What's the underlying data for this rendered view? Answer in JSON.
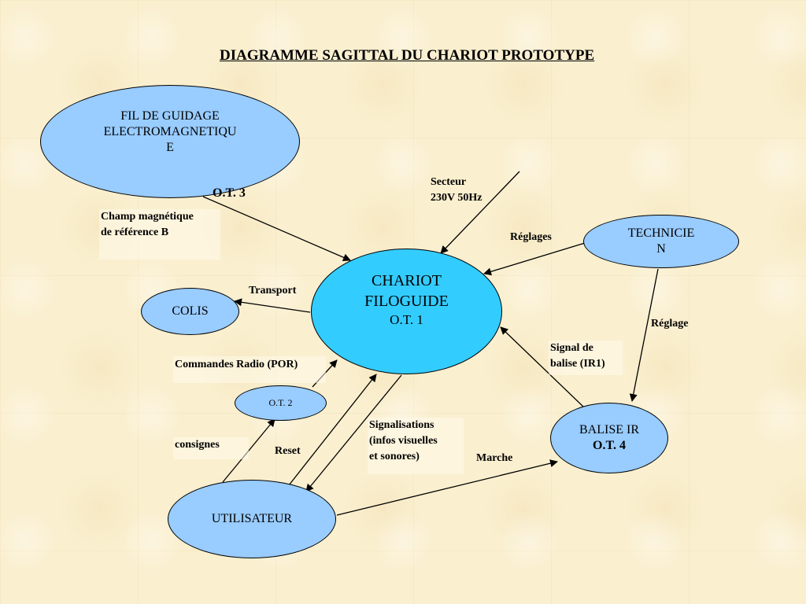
{
  "title": "DIAGRAMME SAGITTAL DU CHARIOT PROTOTYPE",
  "nodes": {
    "fil": {
      "line1": "FIL  DE GUIDAGE",
      "line2": "ELECTROMAGNETIQU",
      "line3": "E",
      "ot": "O.T.  3"
    },
    "chariot": {
      "line1": "CHARIOT",
      "line2": "FILOGUIDE",
      "ot": "O.T. 1"
    },
    "colis": {
      "label": "COLIS"
    },
    "technicien": {
      "line1": "TECHNICIE",
      "line2": "N"
    },
    "ot2": {
      "label": "O.T.  2"
    },
    "balise": {
      "line1": "BALISE IR",
      "ot": "O.T.  4"
    },
    "utilisateur": {
      "label": "UTILISATEUR"
    }
  },
  "labels": {
    "champ_line1": "Champ magnétique",
    "champ_line2": "de référence B",
    "secteur_line1": "Secteur",
    "secteur_line2": "230V 50Hz",
    "reglages": "Réglages",
    "transport": "Transport",
    "reglage": "Réglage",
    "signal_line1": "Signal de",
    "signal_line2": "balise (IR1)",
    "commandes": "Commandes Radio (POR)",
    "consignes": "consignes",
    "reset": "Reset",
    "signalisations_line1": "Signalisations",
    "signalisations_line2": "(infos visuelles",
    "signalisations_line3": "et sonores)",
    "marche": "Marche"
  },
  "colors": {
    "node_fill": "#99ccff",
    "main_fill": "#33ccff",
    "background": "#faefcf"
  }
}
